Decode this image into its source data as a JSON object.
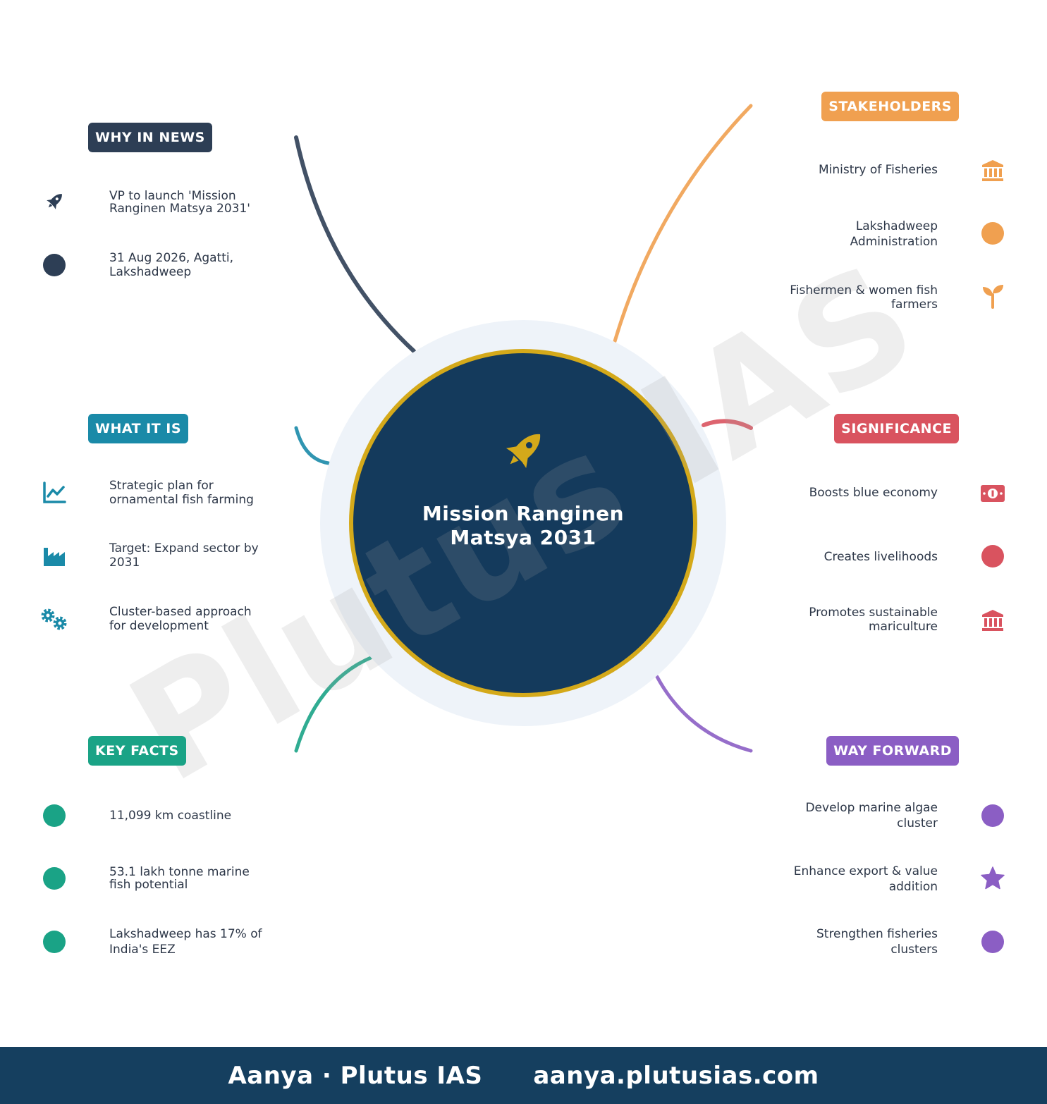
{
  "center": {
    "title_line1": "Mission Ranginen",
    "title_line2": "Matsya 2031",
    "icon": "rocket-icon"
  },
  "colors": {
    "center_fill": "#143a5c",
    "center_ring": "#d4a91a",
    "halo": "#eef3f9",
    "why_in_news": "#2d3e55",
    "what_it_is": "#1a8aa8",
    "key_facts": "#1aa386",
    "stakeholders": "#f0a050",
    "significance": "#d9535f",
    "way_forward": "#8b5ec4",
    "footer": "#153f5f"
  },
  "watermark": "Plutus IAS",
  "sections": {
    "why_in_news": {
      "label": "WHY IN NEWS",
      "items": [
        {
          "line1": "VP to launch 'Mission",
          "line2": "Ranginen Matsya 2031'",
          "icon": "rocket-icon"
        },
        {
          "line1": "31 Aug 2026, Agatti,",
          "line2": "Lakshadweep",
          "icon": "circle-icon"
        }
      ]
    },
    "what_it_is": {
      "label": "WHAT IT IS",
      "items": [
        {
          "line1": "Strategic plan for",
          "line2": "ornamental fish farming",
          "icon": "chart-line-icon"
        },
        {
          "line1": "Target: Expand sector by",
          "line2": "2031",
          "icon": "industry-icon"
        },
        {
          "line1": "Cluster-based approach",
          "line2": "for development",
          "icon": "gears-icon"
        }
      ]
    },
    "key_facts": {
      "label": "KEY FACTS",
      "items": [
        {
          "line1": "11,099 km coastline",
          "line2": "",
          "icon": "circle-icon"
        },
        {
          "line1": "53.1 lakh tonne marine",
          "line2": "fish potential",
          "icon": "circle-icon"
        },
        {
          "line1": "Lakshadweep has 17% of",
          "line2": "India's EEZ",
          "icon": "circle-icon"
        }
      ]
    },
    "stakeholders": {
      "label": "STAKEHOLDERS",
      "items": [
        {
          "line1": "Ministry of Fisheries",
          "line2": "",
          "icon": "landmark-icon"
        },
        {
          "line1": "Lakshadweep",
          "line2": "Administration",
          "icon": "circle-icon"
        },
        {
          "line1": "Fishermen & women fish",
          "line2": "farmers",
          "icon": "seedling-icon"
        }
      ]
    },
    "significance": {
      "label": "SIGNIFICANCE",
      "items": [
        {
          "line1": "Boosts blue economy",
          "line2": "",
          "icon": "money-bill-icon"
        },
        {
          "line1": "Creates livelihoods",
          "line2": "",
          "icon": "circle-icon"
        },
        {
          "line1": "Promotes sustainable",
          "line2": "mariculture",
          "icon": "landmark-icon"
        }
      ]
    },
    "way_forward": {
      "label": "WAY FORWARD",
      "items": [
        {
          "line1": "Develop marine algae",
          "line2": "cluster",
          "icon": "circle-icon"
        },
        {
          "line1": "Enhance export & value",
          "line2": "addition",
          "icon": "star-icon"
        },
        {
          "line1": "Strengthen fisheries",
          "line2": "clusters",
          "icon": "circle-icon"
        }
      ]
    }
  },
  "footer": {
    "brand": "Aanya · Plutus IAS",
    "url": "aanya.plutusias.com"
  }
}
